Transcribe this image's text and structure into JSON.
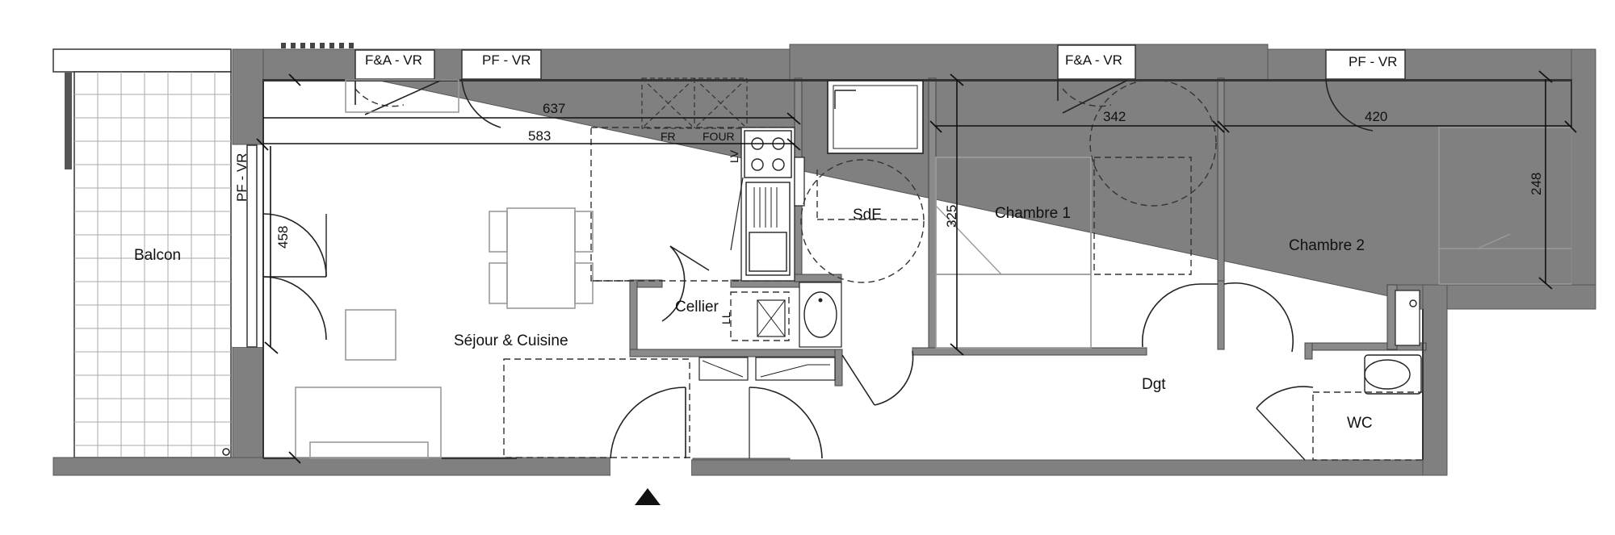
{
  "rooms": {
    "balcon": "Balcon",
    "sejour": "Séjour & Cuisine",
    "cellier": "Cellier",
    "sde": "SdE",
    "chambre1": "Chambre 1",
    "chambre2": "Chambre 2",
    "dgt": "Dgt",
    "wc": "WC"
  },
  "windows": {
    "w1": "F&A - VR",
    "w2": "PF - VR",
    "w3": "F&A - VR",
    "w4": "PF - VR",
    "w5": "PF - VR"
  },
  "appliances": {
    "fridge": "FR",
    "oven": "FOUR",
    "dishwasher": "LV",
    "washer": "LL"
  },
  "dimensions": {
    "d637": "637",
    "d583": "583",
    "d458": "458",
    "d325": "325",
    "d342": "342",
    "d420": "420",
    "d248": "248"
  }
}
